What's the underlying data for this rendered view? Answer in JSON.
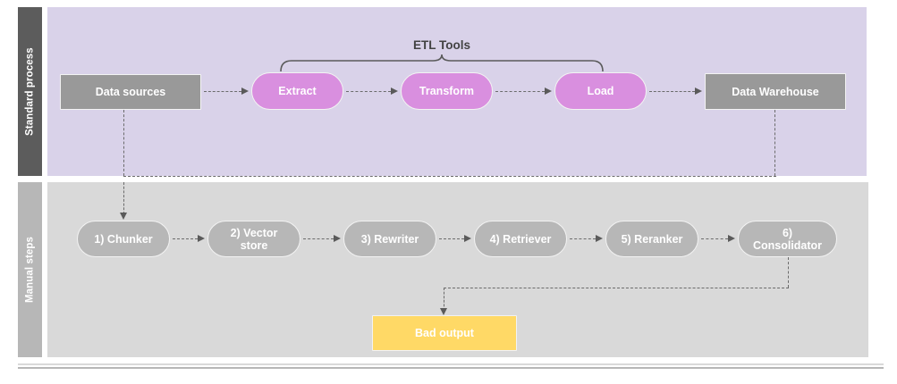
{
  "diagram": {
    "title": "ETL standard process and manual RAG steps",
    "lanes": [
      {
        "id": "standard",
        "label": "Standard process",
        "background": "#d9d2e9",
        "label_background": "#5c5c5c"
      },
      {
        "id": "manual",
        "label": "Manual steps",
        "background": "#d9d9d9",
        "label_background": "#b7b7b7"
      }
    ],
    "annotations": [
      {
        "id": "etl-tools",
        "label": "ETL Tools",
        "spans": [
          "Extract",
          "Transform",
          "Load"
        ],
        "color": "#434343"
      }
    ],
    "standard_process": {
      "nodes": [
        {
          "id": "data-sources",
          "label": "Data sources",
          "shape": "rect",
          "color": "#999999"
        },
        {
          "id": "extract",
          "label": "Extract",
          "shape": "pill",
          "color": "#d98fdf"
        },
        {
          "id": "transform",
          "label": "Transform",
          "shape": "pill",
          "color": "#d98fdf"
        },
        {
          "id": "load",
          "label": "Load",
          "shape": "pill",
          "color": "#d98fdf"
        },
        {
          "id": "data-warehouse",
          "label": "Data Warehouse",
          "shape": "rect",
          "color": "#999999"
        }
      ]
    },
    "manual_steps": {
      "nodes": [
        {
          "id": "chunker",
          "label": "1) Chunker",
          "shape": "pill",
          "color": "#b7b7b7"
        },
        {
          "id": "vector-store",
          "label": "2) Vector\nstore",
          "shape": "pill",
          "color": "#b7b7b7"
        },
        {
          "id": "rewriter",
          "label": "3) Rewriter",
          "shape": "pill",
          "color": "#b7b7b7"
        },
        {
          "id": "retriever",
          "label": "4) Retriever",
          "shape": "pill",
          "color": "#b7b7b7"
        },
        {
          "id": "reranker",
          "label": "5) Reranker",
          "shape": "pill",
          "color": "#b7b7b7"
        },
        {
          "id": "consolidator",
          "label": "6)\nConsolidator",
          "shape": "pill",
          "color": "#b7b7b7"
        }
      ],
      "output": {
        "id": "bad-output",
        "label": "Bad output",
        "shape": "rect",
        "color": "#ffd966"
      }
    },
    "node_labels": {
      "data_sources": "Data sources",
      "extract": "Extract",
      "transform": "Transform",
      "load": "Load",
      "data_warehouse": "Data Warehouse",
      "chunker": "1) Chunker",
      "vector_store_line1": "2) Vector",
      "vector_store_line2": "store",
      "rewriter": "3) Rewriter",
      "retriever": "4) Retriever",
      "reranker": "5) Reranker",
      "consolidator_line1": "6)",
      "consolidator_line2": "Consolidator",
      "bad_output": "Bad output",
      "etl_tools": "ETL Tools",
      "lane_standard": "Standard process",
      "lane_manual": "Manual steps"
    }
  }
}
